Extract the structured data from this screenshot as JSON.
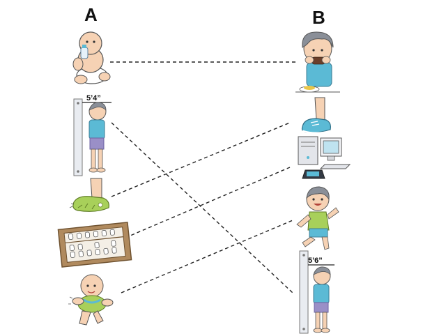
{
  "columns": {
    "a_label": "A",
    "b_label": "B"
  },
  "column_a": [
    {
      "id": "baby-drinking",
      "icon": "baby-bottle-icon"
    },
    {
      "id": "boy-height",
      "icon": "height-chart-icon",
      "height_label": "5’4”"
    },
    {
      "id": "foot-old-shoe",
      "icon": "worn-shoe-icon"
    },
    {
      "id": "abacus",
      "icon": "abacus-icon"
    },
    {
      "id": "baby-crawling",
      "icon": "crawling-baby-icon"
    }
  ],
  "column_b": [
    {
      "id": "boy-eating",
      "icon": "boy-eating-icon"
    },
    {
      "id": "foot-sneaker",
      "icon": "sneaker-icon"
    },
    {
      "id": "computer",
      "icon": "computer-icon"
    },
    {
      "id": "toddler-walking",
      "icon": "walking-child-icon"
    },
    {
      "id": "boy-taller",
      "icon": "height-chart-icon",
      "height_label": "5’6”"
    }
  ],
  "matches": [
    {
      "from": "baby-drinking",
      "to": "boy-eating"
    },
    {
      "from": "boy-height",
      "to": "boy-taller"
    },
    {
      "from": "foot-old-shoe",
      "to": "foot-sneaker"
    },
    {
      "from": "abacus",
      "to": "computer"
    },
    {
      "from": "baby-crawling",
      "to": "toddler-walking"
    }
  ],
  "colors": {
    "line": "#222222",
    "skin": "#f6d2b4",
    "shirt_blue": "#5bbad5",
    "shirt_green": "#a8d05a",
    "hair_gray": "#8a8f98",
    "shorts": "#9a8fc7",
    "wood": "#b08a5e"
  }
}
